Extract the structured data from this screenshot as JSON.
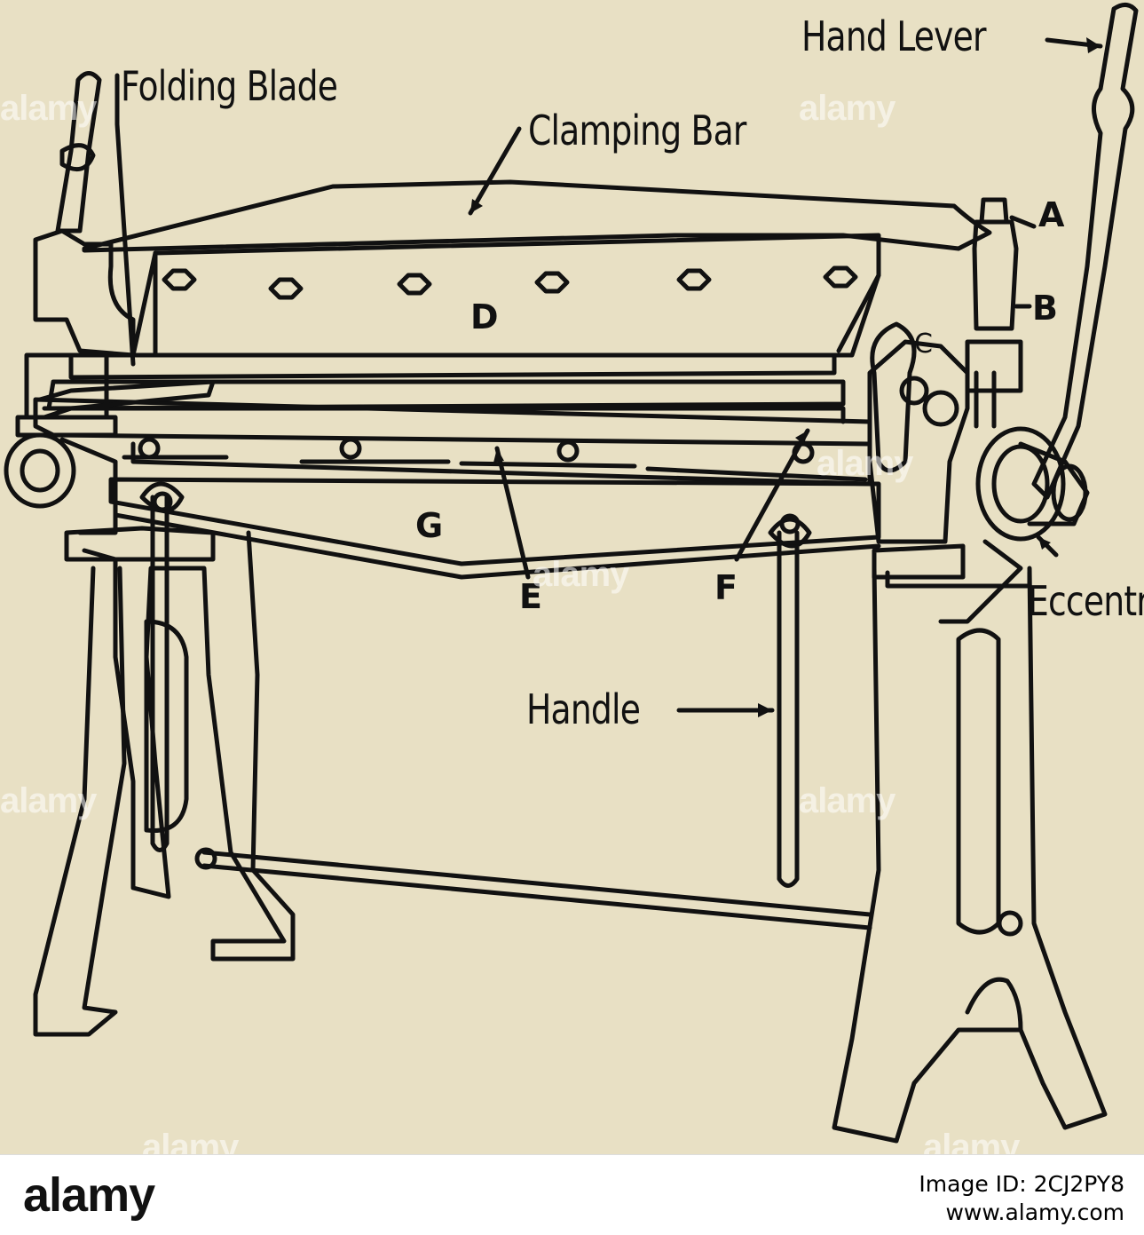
{
  "labels": {
    "hand_lever": "Hand Lever",
    "folding_blade": "Folding Blade",
    "clamping_bar": "Clamping Bar",
    "a": "A",
    "b": "B",
    "c": "C",
    "d": "D",
    "e": "E",
    "f": "F",
    "g": "G",
    "eccentric": "Eccentri",
    "handle": "Handle"
  },
  "watermark": "alamy",
  "footer": {
    "brand": "alamy",
    "image_id": "Image ID: 2CJ2PY8",
    "url": "www.alamy.com"
  },
  "colors": {
    "paper": "#e8e0c4",
    "ink": "#111111"
  }
}
